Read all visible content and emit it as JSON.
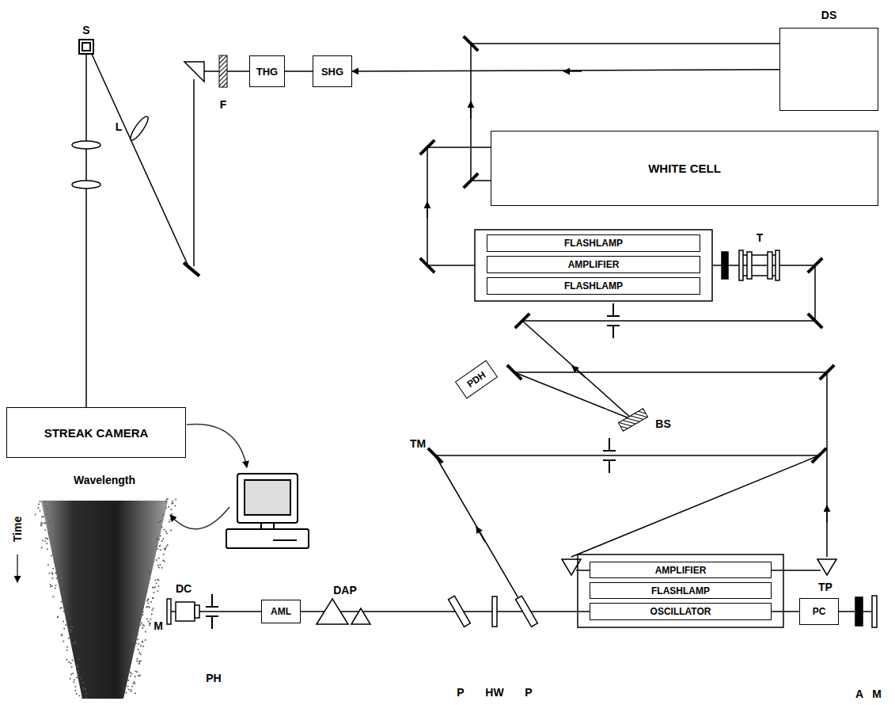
{
  "diagram": {
    "nodes": [
      {
        "text": [
          "THG"
        ]
      },
      {
        "text": [
          "SHG"
        ]
      },
      {
        "text": [
          "DS"
        ]
      },
      {
        "text": [
          "WHITE CELL"
        ]
      },
      {
        "text": [
          "STREAK CAMERA"
        ]
      },
      {
        "text": [
          "FLASHLAMP"
        ]
      },
      {
        "text": [
          "AMPLIFIER"
        ]
      },
      {
        "text": [
          "FLASHLAMP"
        ]
      },
      {
        "text": [
          "PDH"
        ]
      },
      {
        "text": [
          "AMPLIFIER"
        ]
      },
      {
        "text": [
          "FLASHLAMP"
        ]
      },
      {
        "text": [
          "OSCILLATOR"
        ]
      },
      {
        "text": [
          "AML"
        ]
      },
      {
        "text": [
          "PC"
        ]
      }
    ],
    "edges": [
      {
        "from": 2,
        "to": 1,
        "arrow": "to"
      },
      {
        "from": 1,
        "to": 0,
        "arrow": "none"
      },
      {
        "from": 11,
        "to": 13,
        "arrow": "none"
      }
    ],
    "labels": [
      "S",
      "L",
      "F",
      "T",
      "BS",
      "TM",
      "TP",
      "DC",
      "M",
      "PH",
      "DAP",
      "P",
      "HW",
      "P",
      "A",
      "M",
      "Wavelength",
      "Time"
    ]
  }
}
